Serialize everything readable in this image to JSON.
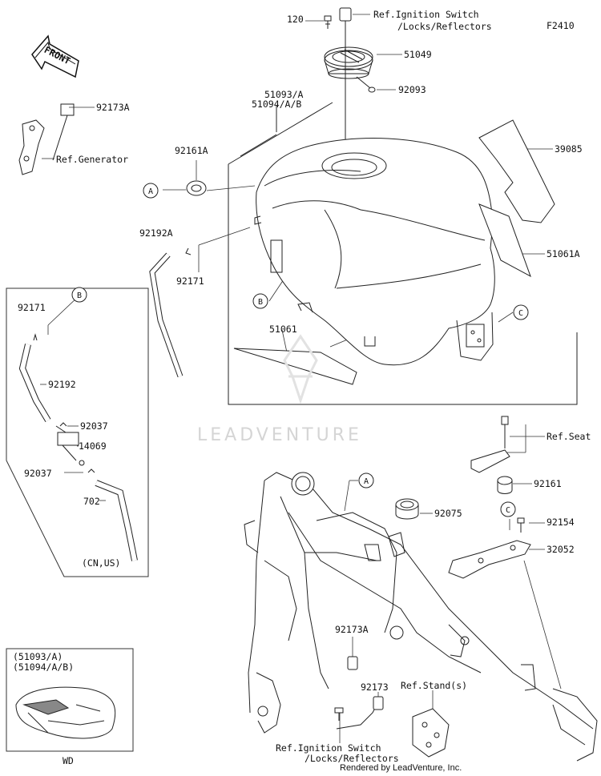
{
  "figure_code": "F2410",
  "front_label": "FRONT",
  "watermark": "LEADVENTURE",
  "footer": "Rendered by LeadVenture, Inc.",
  "parts": {
    "p120": "120",
    "ref_ignition_top_1": "Ref.Ignition Switch",
    "ref_ignition_top_2": "/Locks/Reflectors",
    "p51049": "51049",
    "p92093": "92093",
    "p51093a": "51093/A",
    "p51094ab": "51094/A/B",
    "p92173a_top": "92173A",
    "ref_generator": "Ref.Generator",
    "p92161a": "92161A",
    "p39085": "39085",
    "p92192a": "92192A",
    "p92171_mid": "92171",
    "p51061a": "51061A",
    "p51061": "51061",
    "p92171_left": "92171",
    "p92192": "92192",
    "p92037_top": "92037",
    "p14069": "14069",
    "p92037_bot": "92037",
    "p702": "702",
    "cn_us": "(CN,US)",
    "ref_seat": "Ref.Seat",
    "p92161": "92161",
    "p92075": "92075",
    "p92154": "92154",
    "p32052": "32052",
    "p92173a_bot": "92173A",
    "p92173": "92173",
    "ref_stand": "Ref.Stand(s)",
    "ref_ignition_bot_1": "Ref.Ignition Switch",
    "ref_ignition_bot_2": "/Locks/Reflectors",
    "inset_1": "(51093/A)",
    "inset_2": "(51094/A/B)",
    "inset_wd": "WD"
  },
  "callouts": {
    "a_tank": "A",
    "a_frame": "A",
    "b_left": "B",
    "b_tank": "B",
    "c_tank": "C",
    "c_bracket": "C"
  }
}
